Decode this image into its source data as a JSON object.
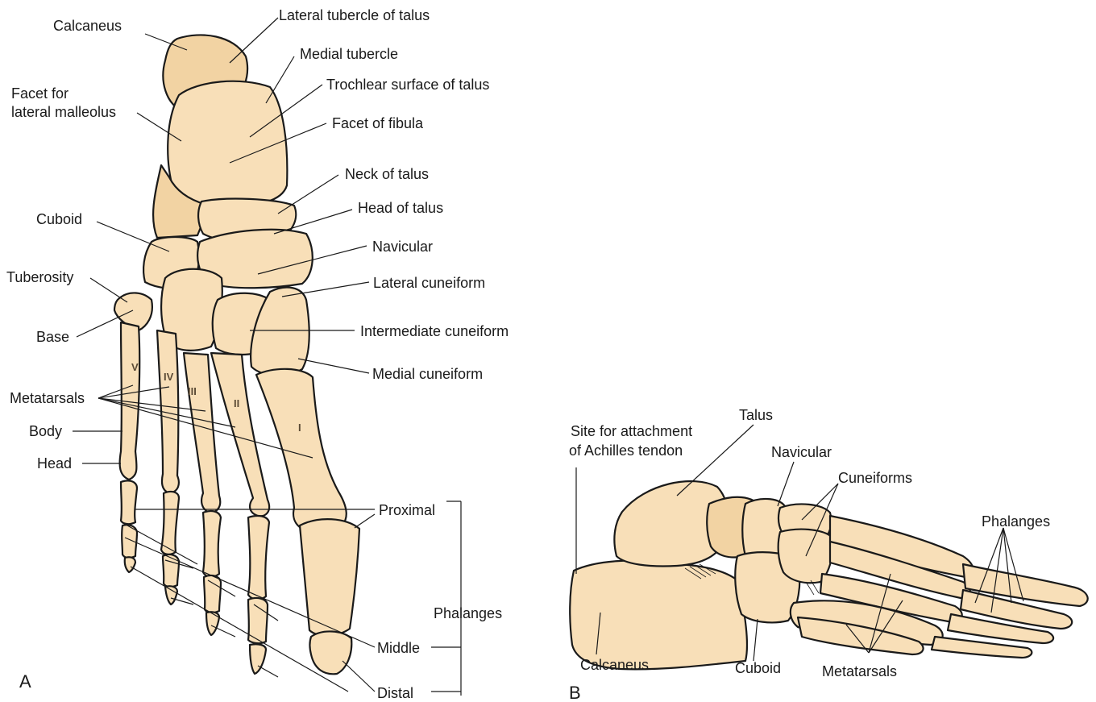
{
  "colors": {
    "bone": "#f8dfb8",
    "bone_dark": "#f2d3a3",
    "ink": "#1a1a1a"
  },
  "panelA": {
    "panel_label": "A",
    "labels": {
      "calcaneus": "Calcaneus",
      "lateral_tubercle": "Lateral tubercle of talus",
      "medial_tubercle": "Medial tubercle",
      "trochlear_surface": "Trochlear surface of talus",
      "facet_lateral_malleolus_1": "Facet for",
      "facet_lateral_malleolus_2": "lateral malleolus",
      "facet_fibula": "Facet of fibula",
      "neck_talus": "Neck of talus",
      "head_talus": "Head of talus",
      "cuboid": "Cuboid",
      "navicular": "Navicular",
      "tuberosity": "Tuberosity",
      "lateral_cuneiform": "Lateral cuneiform",
      "base": "Base",
      "intermediate_cuneiform": "Intermediate cuneiform",
      "medial_cuneiform": "Medial cuneiform",
      "metatarsals": "Metatarsals",
      "body": "Body",
      "head": "Head",
      "proximal": "Proximal",
      "phalanges": "Phalanges",
      "middle": "Middle",
      "distal": "Distal"
    },
    "roman_numerals": [
      "I",
      "II",
      "III",
      "IV",
      "V"
    ]
  },
  "panelB": {
    "panel_label": "B",
    "labels": {
      "site_attachment_1": "Site for attachment",
      "site_attachment_2": "of Achilles tendon",
      "talus": "Talus",
      "navicular": "Navicular",
      "cuneiforms": "Cuneiforms",
      "phalanges": "Phalanges",
      "calcaneus": "Calcaneus",
      "cuboid": "Cuboid",
      "metatarsals": "Metatarsals"
    }
  }
}
